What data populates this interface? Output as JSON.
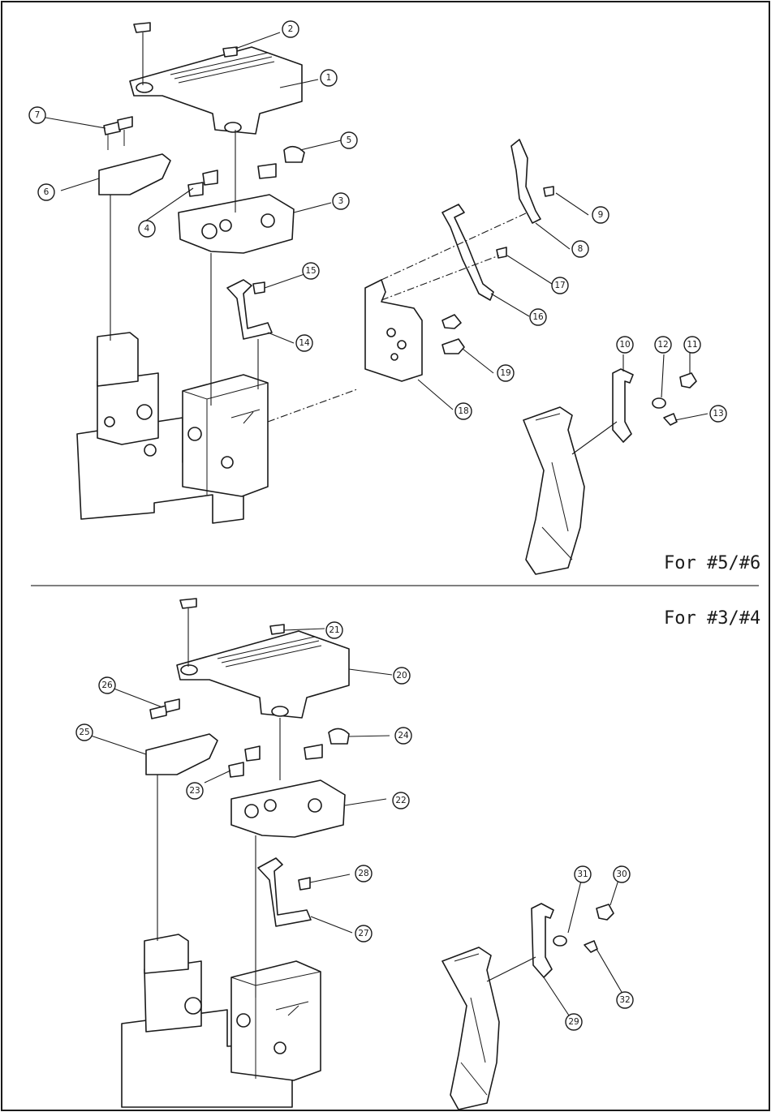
{
  "sections": [
    {
      "caption": "For #5/#6",
      "callouts": [
        "1",
        "2",
        "3",
        "4",
        "5",
        "6",
        "7",
        "8",
        "9",
        "10",
        "11",
        "12",
        "13",
        "14",
        "15",
        "16",
        "17",
        "18",
        "19"
      ]
    },
    {
      "caption": "For #3/#4",
      "callouts": [
        "20",
        "21",
        "22",
        "23",
        "24",
        "25",
        "26",
        "27",
        "28",
        "29",
        "30",
        "31",
        "32"
      ]
    }
  ]
}
